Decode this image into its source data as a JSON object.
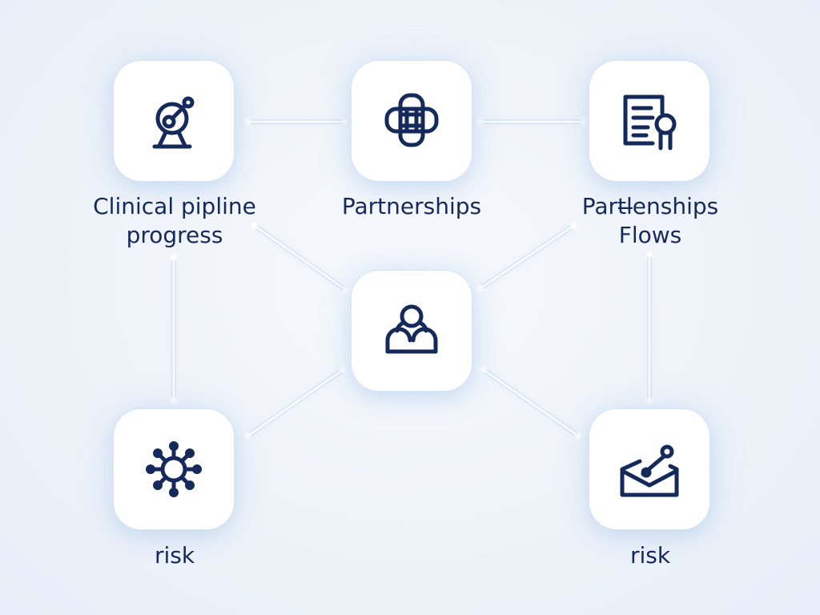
{
  "diagram": {
    "nodes": [
      {
        "id": "top-left",
        "icon": "target-stand-icon",
        "label": "Clinical pipline\nprogress"
      },
      {
        "id": "top-center",
        "icon": "linked-bands-icon",
        "label": "Partnerships"
      },
      {
        "id": "top-right",
        "icon": "certificate-document-icon",
        "label": "Partl̶enships\nFlows"
      },
      {
        "id": "center",
        "icon": "people-group-icon",
        "label": ""
      },
      {
        "id": "bottom-left",
        "icon": "network-virus-icon",
        "label": "risk"
      },
      {
        "id": "bottom-right",
        "icon": "envelope-chart-icon",
        "label": "risk"
      }
    ],
    "edges": [
      [
        "top-left",
        "top-center"
      ],
      [
        "top-center",
        "top-right"
      ],
      [
        "top-left",
        "center"
      ],
      [
        "top-right",
        "center"
      ],
      [
        "center",
        "bottom-left"
      ],
      [
        "center",
        "bottom-right"
      ],
      [
        "top-left",
        "bottom-left"
      ],
      [
        "top-right",
        "bottom-right"
      ]
    ]
  },
  "colors": {
    "icon_stroke": "#15295a",
    "label_text": "#15295a",
    "connector": "#ffffff",
    "connector_glow": "#cfe0f6",
    "card_background": "#ffffff",
    "page_background": "#eef3f9"
  }
}
